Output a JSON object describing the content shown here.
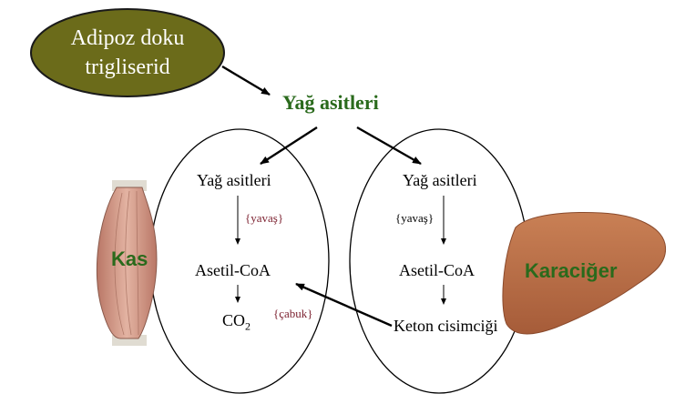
{
  "adipose": {
    "line1": "Adipoz doku",
    "line2": "trigliserid"
  },
  "main_label": "Yağ asitleri",
  "muscle": {
    "organ_label": "Kas",
    "fatty_acids": "Yağ asitleri",
    "rate_slow": "{yavaş}",
    "acetyl_coa": "Asetil-CoA",
    "co2_main": "CO",
    "co2_sub": "2",
    "rate_fast": "{çabuk}"
  },
  "liver": {
    "organ_label": "Karaciğer",
    "fatty_acids": "Yağ asitleri",
    "rate_slow": "{yavaş}",
    "acetyl_coa": "Asetil-CoA",
    "ketone": "Keton cisimciği"
  },
  "colors": {
    "adipose_fill": "#6b6b1a",
    "label_green": "#2a6a1c",
    "rate_red": "#7b1f2e",
    "muscle": "#d49a86",
    "liver": "#b86a45"
  },
  "icons": [
    "muscle-illustration",
    "liver-illustration"
  ]
}
